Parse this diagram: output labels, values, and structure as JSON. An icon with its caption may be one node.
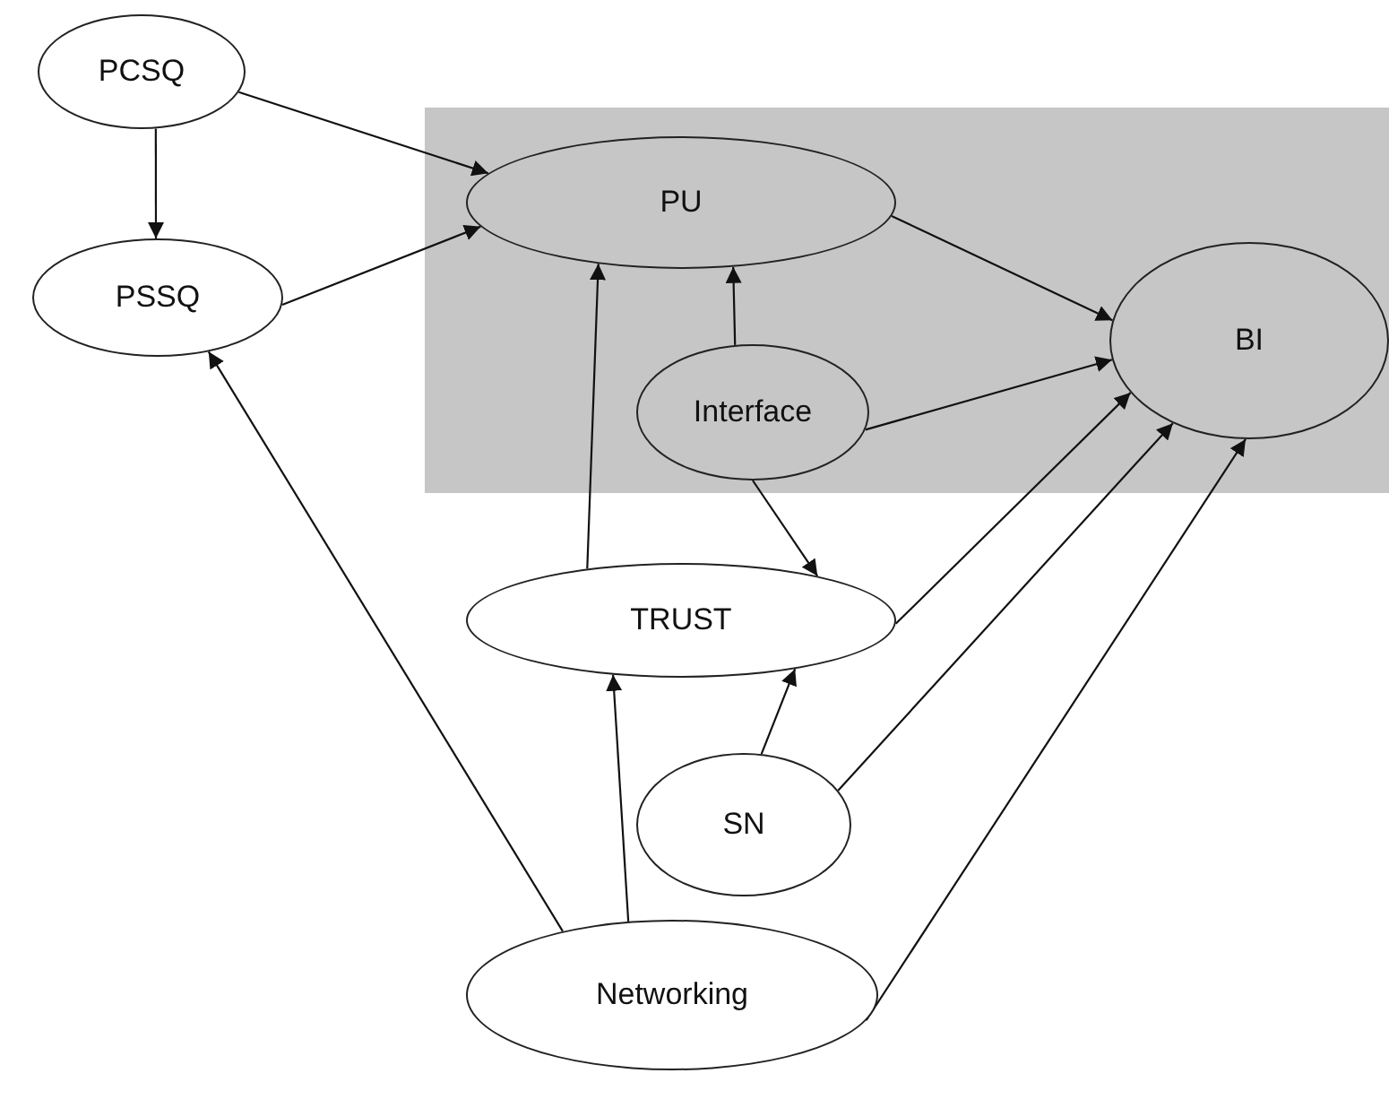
{
  "diagram": {
    "nodes": [
      {
        "text": [
          "PCSQ"
        ]
      },
      {
        "text": [
          "PSSQ"
        ]
      },
      {
        "text": [
          "PU"
        ]
      },
      {
        "text": [
          "Interface"
        ]
      },
      {
        "text": [
          "BI"
        ]
      },
      {
        "text": [
          "TRUST"
        ]
      },
      {
        "text": [
          "SN"
        ]
      },
      {
        "text": [
          "Networking"
        ]
      }
    ],
    "edges": [
      {
        "from": 0,
        "to": 1,
        "arrow": "to"
      },
      {
        "from": 0,
        "to": 2,
        "arrow": "to"
      },
      {
        "from": 1,
        "to": 2,
        "arrow": "to"
      },
      {
        "from": 2,
        "to": 4,
        "arrow": "to"
      },
      {
        "from": 3,
        "to": 2,
        "arrow": "to"
      },
      {
        "from": 3,
        "to": 4,
        "arrow": "to"
      },
      {
        "from": 3,
        "to": 5,
        "arrow": "to"
      },
      {
        "from": 5,
        "to": 2,
        "arrow": "to"
      },
      {
        "from": 5,
        "to": 4,
        "arrow": "to"
      },
      {
        "from": 6,
        "to": 5,
        "arrow": "to"
      },
      {
        "from": 6,
        "to": 4,
        "arrow": "to"
      },
      {
        "from": 7,
        "to": 1,
        "arrow": "to"
      },
      {
        "from": 7,
        "to": 5,
        "arrow": "to"
      },
      {
        "from": 7,
        "to": 4,
        "arrow": "to"
      }
    ]
  }
}
